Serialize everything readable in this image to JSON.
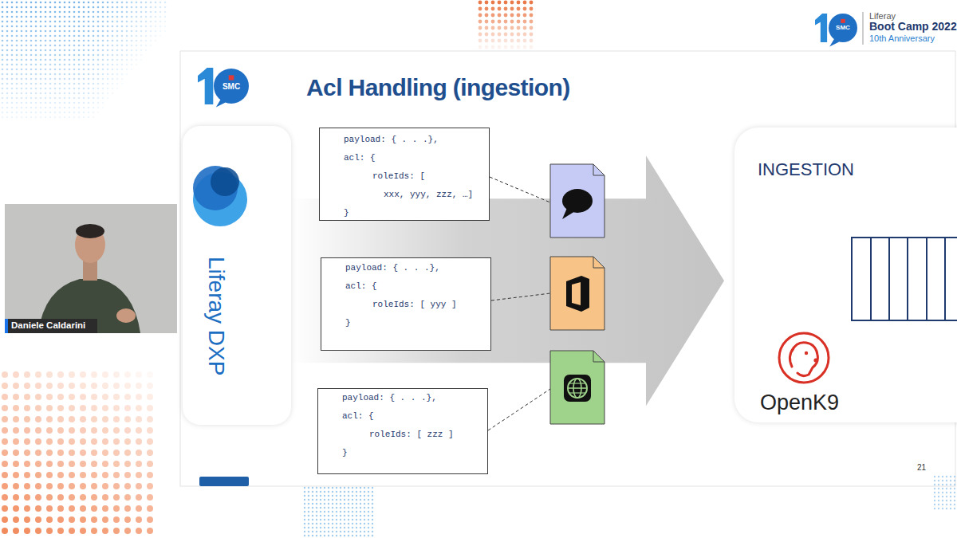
{
  "diagram": {
    "title": "Acl Handling (ingestion)",
    "nodes": [
      {
        "text": [
          "Liferay DXP"
        ]
      },
      {
        "text": [
          "payload: { . . .},",
          "acl: {",
          "roleIds: [",
          "xxx, yyy, zzz, …]",
          "}"
        ]
      },
      {
        "text": [
          "payload: { . . .},",
          "acl: {",
          "roleIds: [ yyy ]",
          "}"
        ]
      },
      {
        "text": [
          "payload: { . . .},",
          "acl: {",
          "roleIds: [ zzz ]",
          "}"
        ]
      },
      {
        "text": [
          "INGESTION",
          "OpenK9"
        ]
      }
    ],
    "edges": [
      {
        "from": 0,
        "to": 4,
        "arrow": "to"
      }
    ],
    "labels": [
      "SMC",
      "Liferay",
      "Boot Camp 2022",
      "10th Anniversary",
      "SMC",
      "Daniele Caldarini",
      "21"
    ]
  }
}
